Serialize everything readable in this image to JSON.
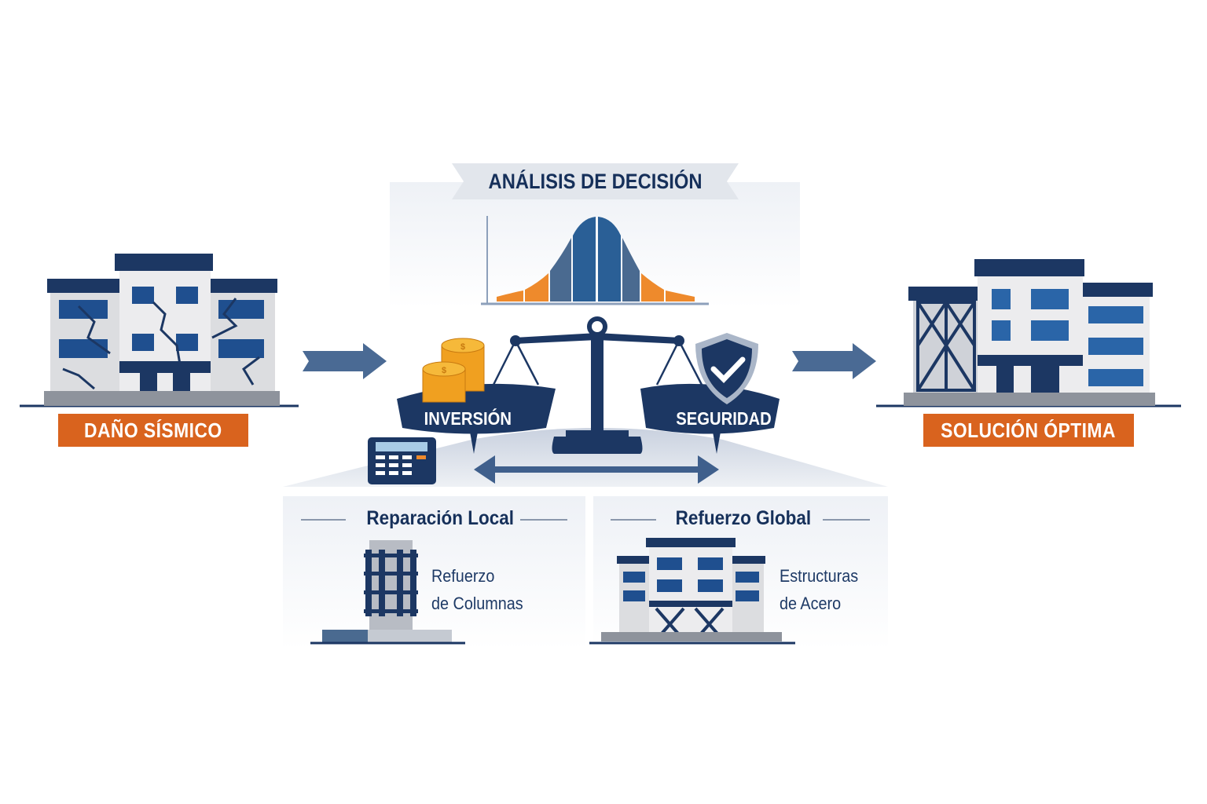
{
  "left": {
    "label": "DAÑO SÍSMICO"
  },
  "center": {
    "title": "ANÁLISIS DE DECISIÓN",
    "scale_left": "INVERSIÓN",
    "scale_right": "SEGURIDAD"
  },
  "right": {
    "label": "SOLUCIÓN ÓPTIMA"
  },
  "options": [
    {
      "title": "Reparación Local",
      "line1": "Refuerzo",
      "line2": "de Columnas"
    },
    {
      "title": "Refuerzo Global",
      "line1": "Estructuras",
      "line2": "de Acero"
    }
  ],
  "colors": {
    "navy": "#1c3763",
    "orange": "#d9631e",
    "blue": "#2a65a8",
    "gold": "#f0a020"
  }
}
